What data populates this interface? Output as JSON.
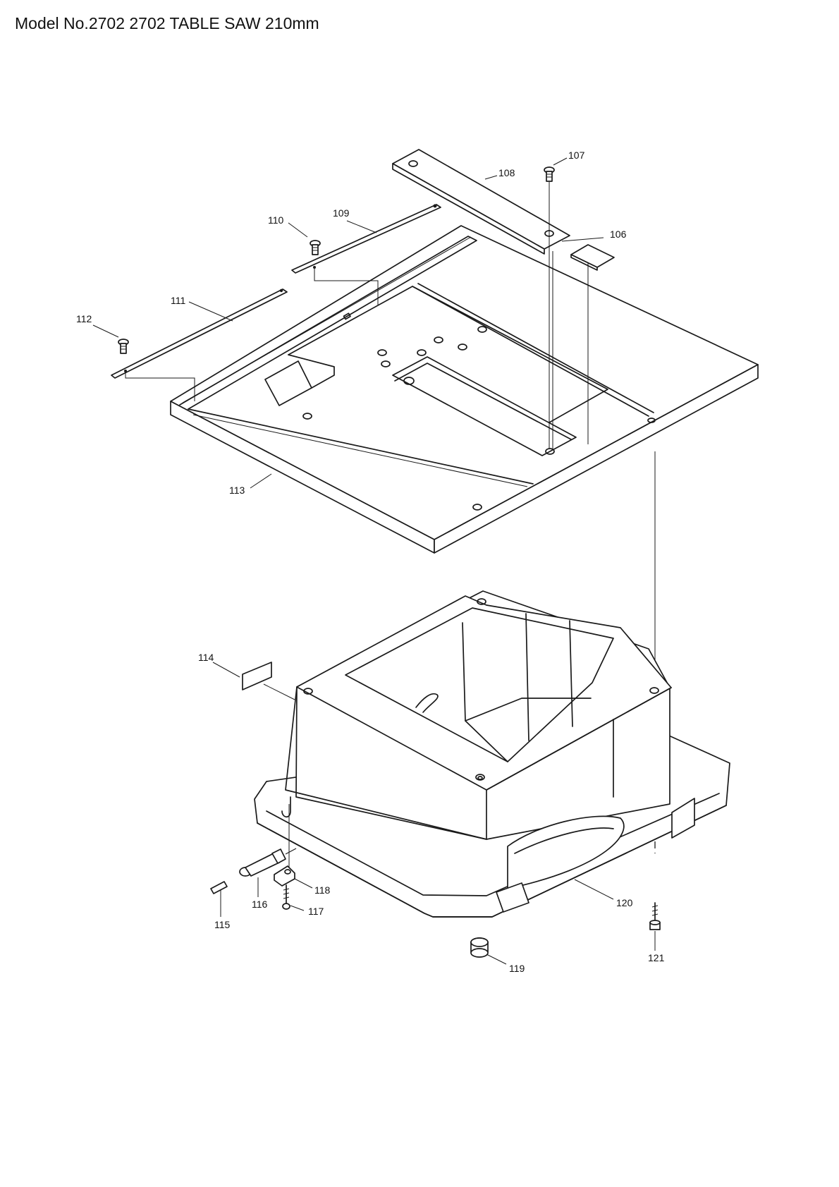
{
  "header": {
    "title": "Model No.2702 2702 TABLE SAW 210mm"
  },
  "parts": [
    {
      "ref": "106"
    },
    {
      "ref": "107"
    },
    {
      "ref": "108"
    },
    {
      "ref": "109"
    },
    {
      "ref": "110"
    },
    {
      "ref": "111"
    },
    {
      "ref": "112"
    },
    {
      "ref": "113"
    },
    {
      "ref": "114"
    },
    {
      "ref": "115"
    },
    {
      "ref": "116"
    },
    {
      "ref": "117"
    },
    {
      "ref": "118"
    },
    {
      "ref": "119"
    },
    {
      "ref": "120"
    },
    {
      "ref": "121"
    }
  ]
}
